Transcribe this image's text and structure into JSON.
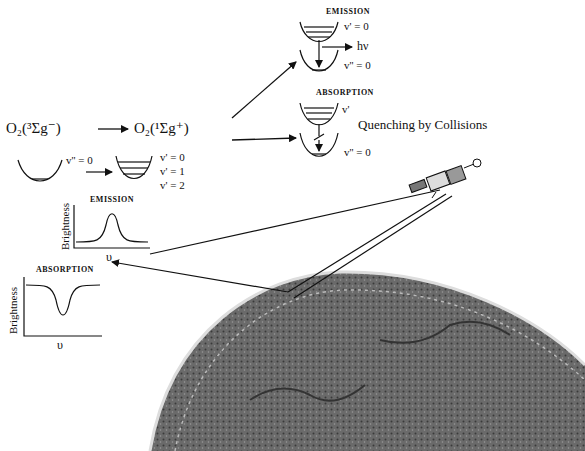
{
  "diagram": {
    "labels": [
      "EMISSION",
      "v' = 0",
      "hν",
      "v'' = 0",
      "ABSORPTION",
      "v'",
      "v'' = 0",
      "Quenching by Collisions",
      "O₂(³Σg⁻)",
      "O₂(¹Σg⁺)",
      "v'' = 0",
      "v' = 0",
      "v' = 1",
      "v' = 2",
      "EMISSION",
      "Brightness",
      "υ",
      "ABSORPTION",
      "Brightness",
      "υ"
    ]
  }
}
